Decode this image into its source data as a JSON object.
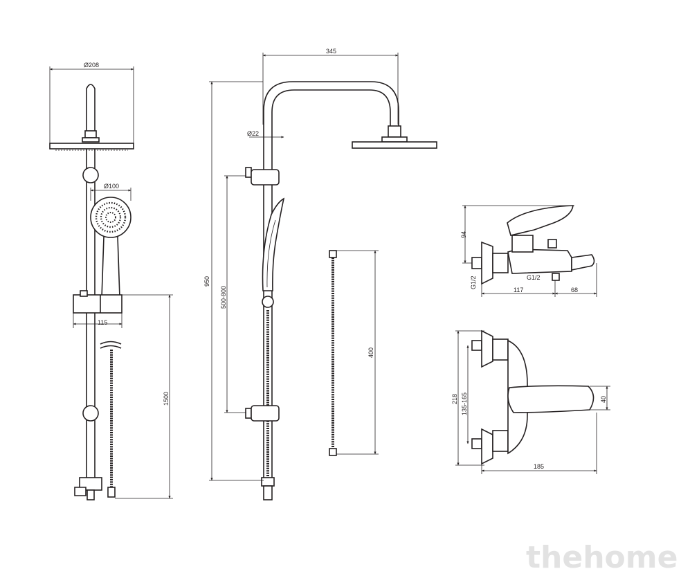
{
  "dimensions": {
    "head_diameter": "Ø208",
    "hand_diameter": "Ø100",
    "holder_width": "115",
    "hose_length": "1500",
    "arm_length": "345",
    "pipe_diameter": "Ø22",
    "total_height": "950",
    "holder_range": "500-800",
    "hose2_length": "400",
    "mixer_height": "94",
    "thread_side": "G1/2",
    "thread_spout": "G1/2",
    "mixer_depth": "117",
    "spout_reach": "68",
    "mixer_total_height": "218",
    "inlet_spacing": "135-165",
    "lever_height": "40",
    "mixer_width": "185"
  },
  "watermark": "thehome"
}
